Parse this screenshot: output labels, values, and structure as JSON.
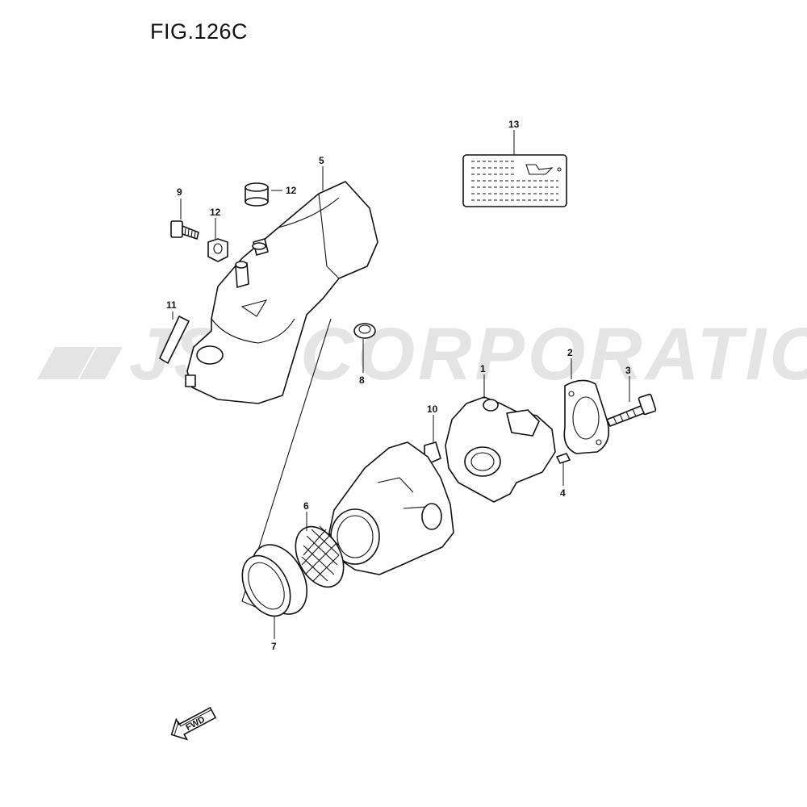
{
  "figure": {
    "title": "FIG.126C"
  },
  "watermark": {
    "text": "JSP CORPORATION"
  },
  "callouts": {
    "c1": "1",
    "c2": "2",
    "c3": "3",
    "c4": "4",
    "c5": "5",
    "c6": "6",
    "c7": "7",
    "c8": "8",
    "c9": "9",
    "c10": "10",
    "c11": "11",
    "c12a": "12",
    "c12b": "12",
    "c13": "13"
  },
  "fwd_badge": {
    "label": "FWD"
  },
  "colors": {
    "line": "#111111",
    "watermark": "#e4e4e4",
    "background": "#ffffff"
  }
}
